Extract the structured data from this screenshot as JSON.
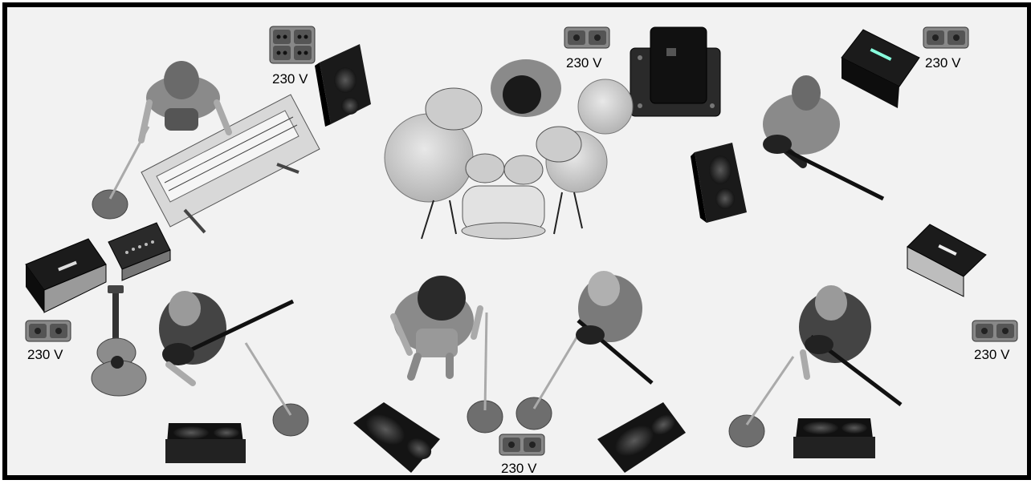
{
  "stage_plot": {
    "power_label": "230 V",
    "colors": {
      "frame": "#000000",
      "stage_background": "#f2f2f2",
      "equipment_dark": "#1c1c1c",
      "figure_gray": "#8a8a8a",
      "mic_stand_base": "#6e6e6e"
    },
    "items": [
      {
        "name": "power-outlet-quad",
        "icon": "quad-power-outlet-icon"
      },
      {
        "name": "power-outlet-drums",
        "icon": "power-outlet-icon"
      },
      {
        "name": "power-outlet-right-guitar",
        "icon": "power-outlet-icon"
      },
      {
        "name": "power-outlet-left",
        "icon": "power-outlet-icon"
      },
      {
        "name": "power-outlet-right",
        "icon": "power-outlet-icon"
      },
      {
        "name": "power-outlet-front",
        "icon": "power-outlet-icon"
      },
      {
        "name": "keyboard-player",
        "icon": "keyboard-icon"
      },
      {
        "name": "drummer",
        "icon": "drum-kit-icon"
      },
      {
        "name": "lead-vocalist",
        "icon": "singer-icon"
      },
      {
        "name": "guitarists",
        "icon": "electric-guitar-icon"
      },
      {
        "name": "acoustic-guitar",
        "icon": "acoustic-guitar-icon"
      },
      {
        "name": "amplifiers",
        "icon": "amplifier-icon"
      },
      {
        "name": "monitor-wedges",
        "icon": "monitor-wedge-icon"
      },
      {
        "name": "microphone-stands",
        "icon": "mic-stand-icon"
      }
    ]
  }
}
